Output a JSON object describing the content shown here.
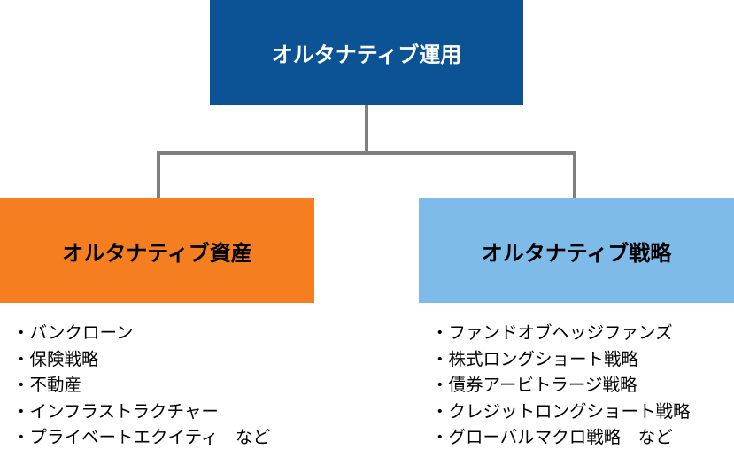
{
  "root": {
    "label": "オルタナティブ運用",
    "color": "#0b5394"
  },
  "left": {
    "label": "オルタナティブ資産",
    "color": "#f57f20",
    "items": [
      "・バンクローン",
      "・保険戦略",
      "・不動産",
      "・インフラストラクチャー",
      "・プライベートエクイティ　など"
    ]
  },
  "right": {
    "label": "オルタナティブ戦略",
    "color": "#7ebbe8",
    "items": [
      "・ファンドオブヘッジファンズ",
      "・株式ロングショート戦略",
      "・債券アービトラージ戦略",
      "・クレジットロングショート戦略",
      "・グローバルマクロ戦略　など"
    ]
  },
  "connector_color": "#7f7f7f"
}
